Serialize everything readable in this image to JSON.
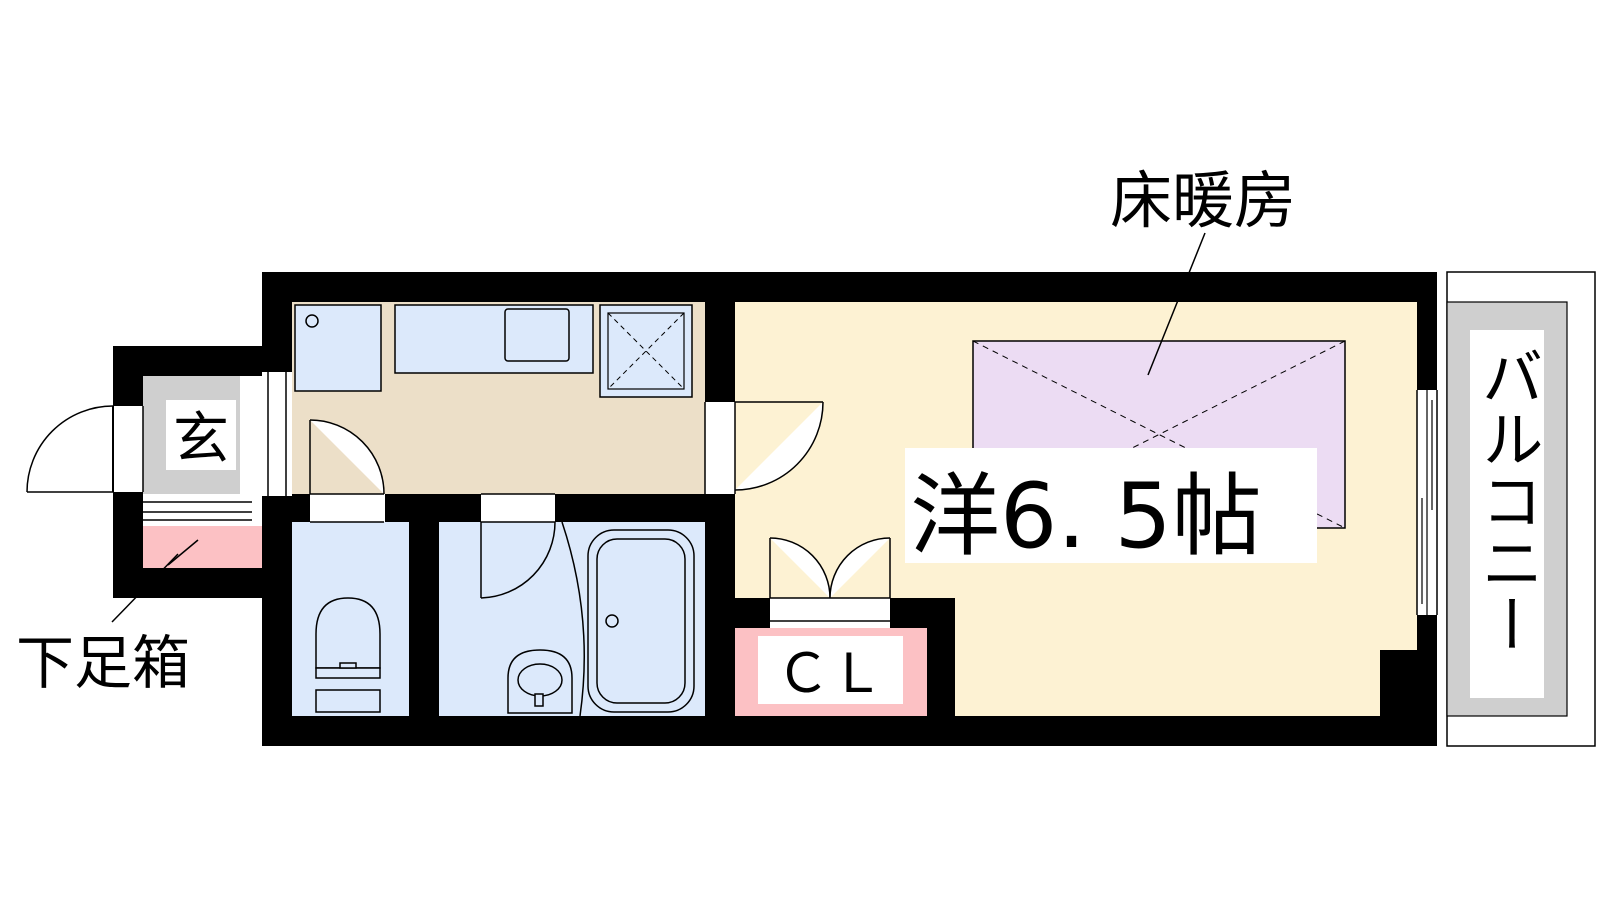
{
  "labels": {
    "entrance": "玄",
    "shoe_box": "下足箱",
    "floor_heating": "床暖房",
    "western_room": "洋6. 5帖",
    "closet": "ＣＬ",
    "balcony": "バルコニー"
  },
  "colors": {
    "wall": "#000000",
    "kitchen_floor": "#ecdfc8",
    "room_floor": "#fdf2d3",
    "wet_area": "#dce9fb",
    "floor_heating_area": "#ecdcf3",
    "storage": "#fcc1c4",
    "entrance_floor": "#cfcfcf",
    "balcony_floor": "#cfcfcf"
  },
  "icons": [
    "door-swing-icon",
    "toilet-icon",
    "bathtub-icon",
    "washbasin-icon",
    "sink-icon",
    "stove-icon",
    "fridge-icon"
  ]
}
